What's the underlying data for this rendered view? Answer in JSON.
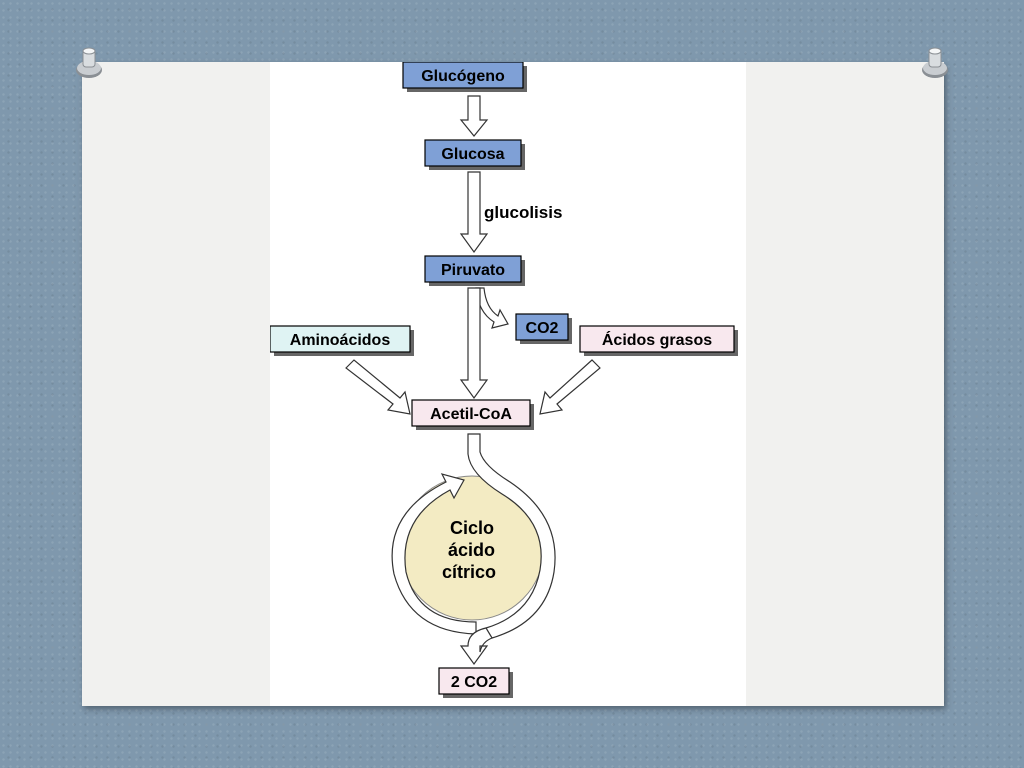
{
  "diagram": {
    "nodes": {
      "glucogeno": "Glucógeno",
      "glucosa": "Glucosa",
      "piruvato": "Piruvato",
      "co2": "CO2",
      "aminoacidos": "Aminoácidos",
      "acidos_grasos": "Ácidos grasos",
      "acetil_coa": "Acetil-CoA",
      "two_co2": "2 CO2"
    },
    "edge_labels": {
      "glucolisis": "glucolisis"
    },
    "cycle": {
      "line1": "Ciclo",
      "line2": "ácido",
      "line3": "cítrico"
    }
  },
  "colors": {
    "blue_box": "#7fa0d6",
    "cyan_box": "#dff3f3",
    "pink_box": "#f8e8ee",
    "cycle_fill": "#f3ebc3"
  }
}
